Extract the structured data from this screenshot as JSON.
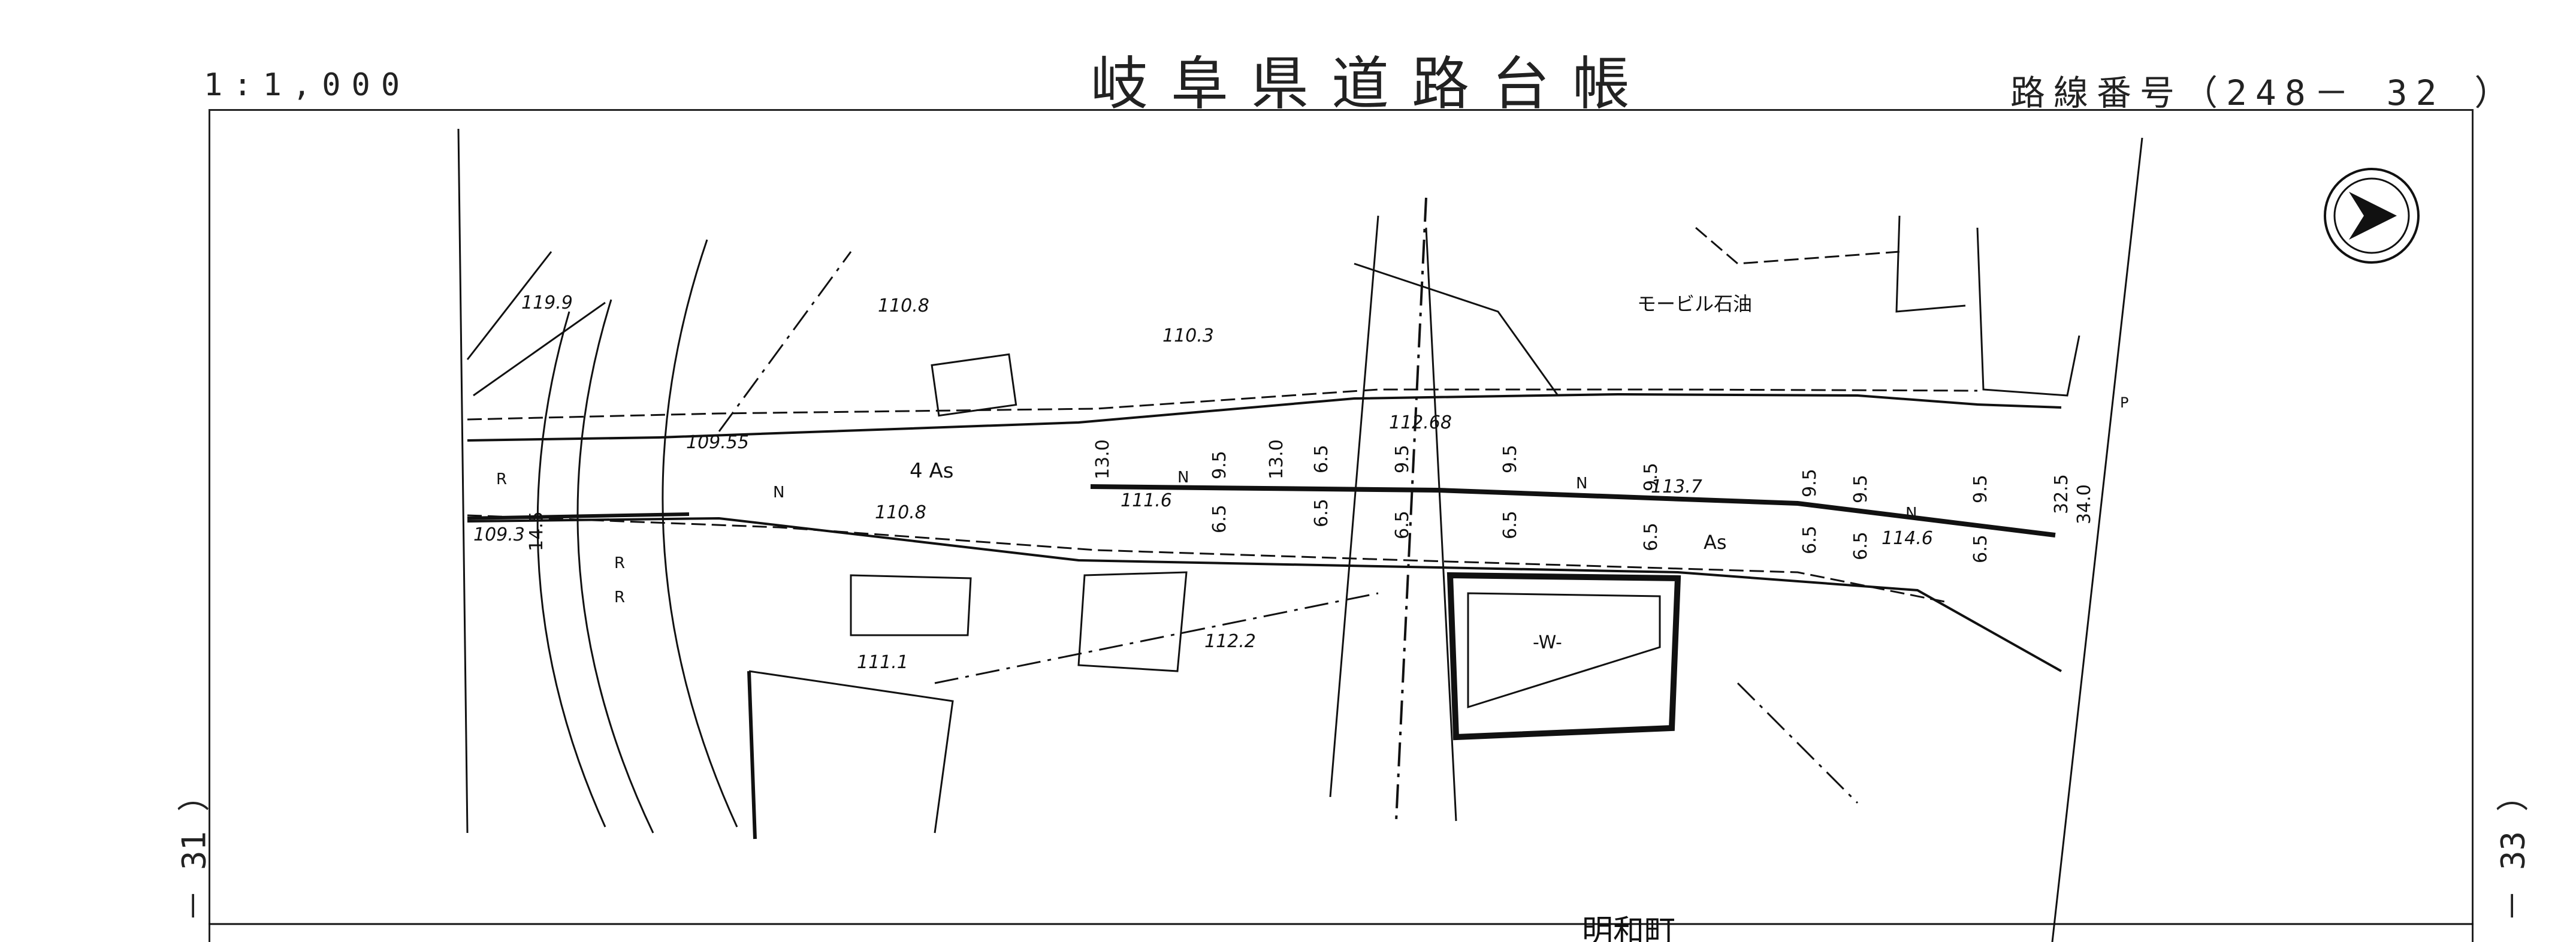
{
  "header": {
    "scale": "1:1,000",
    "title": "岐阜県道路台帳",
    "route": "路線番号（248－ 32 ）"
  },
  "side": {
    "left": "－ 31 ）",
    "right": "－ 33 ）"
  },
  "map": {
    "place_business": "モービル石油",
    "place_bottom": "明和町",
    "water_mark": "-W-",
    "surface_asphalt_1": "4 As",
    "surface_asphalt_2": "As",
    "elevations": [
      "119.9",
      "110.8",
      "110.3",
      "109.55",
      "109.3",
      "110.8",
      "111.6",
      "112.68",
      "113.7",
      "114.6",
      "111.1",
      "112.2"
    ],
    "widths": [
      "14.5",
      "13.0",
      "13.0",
      "6.5",
      "9.5",
      "6.5",
      "6.5",
      "6.5",
      "9.5",
      "9.5",
      "6.5",
      "9.5",
      "9.5",
      "6.5",
      "9.5",
      "6.5",
      "9.5",
      "6.5",
      "6.5",
      "32.5",
      "34.0"
    ],
    "markers": [
      "R",
      "R",
      "R",
      "N",
      "N",
      "N",
      "N",
      "P"
    ]
  },
  "north_arrow": "north-arrow-icon"
}
